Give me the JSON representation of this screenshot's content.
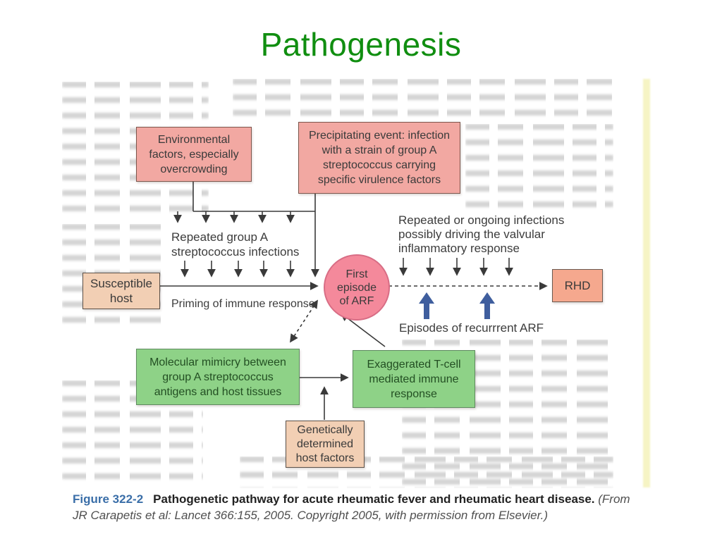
{
  "slide": {
    "title": "Pathogenesis"
  },
  "figure": {
    "nodes": {
      "environmental": "Environmental\nfactors, especially\novercrowding",
      "precipitating": "Precipitating event: infection\nwith a strain of group A\nstreptococcus carrying\nspecific virulence factors",
      "susceptible_host": "Susceptible\nhost",
      "first_episode": "First\nepisode\nof ARF",
      "rhd": "RHD",
      "molecular_mimicry": "Molecular mimicry between\ngroup A streptococcus\nantigens and host tissues",
      "t_cell_response": "Exaggerated T-cell\nmediated immune\nresponse",
      "genetic_factors": "Genetically\ndetermined\nhost factors"
    },
    "labels": {
      "repeated_infections": "Repeated group A\nstreptococcus infections",
      "priming": "Priming of immune response",
      "ongoing_infections": "Repeated or ongoing infections\npossibly driving the valvular\ninflammatory response",
      "recurrent_episodes": "Episodes of recurrrent ARF"
    },
    "caption": {
      "figure_number": "Figure 322-2",
      "title": "Pathogenetic pathway for acute rheumatic fever and rheumatic heart disease.",
      "citation": "(From JR Carapetis et al: Lancet 366:155, 2005. Copyright 2005, with permission from Elsevier.)"
    },
    "colors": {
      "title_green": "#108e10",
      "box_pink": "#f2a8a2",
      "box_green": "#8ed287",
      "box_tan": "#f2cfb4",
      "box_salmon": "#f5a88e",
      "circle_pink": "#f4899b",
      "arrow_gray": "#3a3a3a",
      "arrow_blue": "#3f5e9e",
      "caption_blue": "#3a6ea8"
    }
  }
}
